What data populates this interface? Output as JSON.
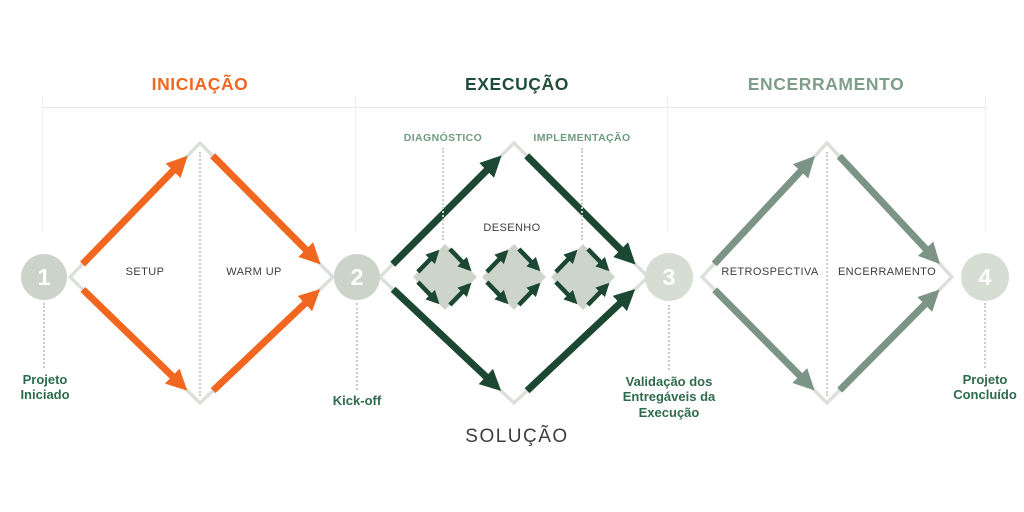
{
  "phases": [
    {
      "label": "INICIAÇÃO",
      "color": "#F2671F"
    },
    {
      "label": "EXECUÇÃO",
      "color": "#1E4E39"
    },
    {
      "label": "ENCERRAMENTO",
      "color": "#7F9D8B"
    }
  ],
  "milestones": [
    {
      "number": "1",
      "label": "Projeto Iniciado"
    },
    {
      "number": "2",
      "label": "Kick-off"
    },
    {
      "number": "3",
      "label": "Validação dos Entregáveis da Execução"
    },
    {
      "number": "4",
      "label": "Projeto Concluído"
    }
  ],
  "stages": {
    "iniciacao": {
      "left_label": "SETUP",
      "right_label": "WARM UP"
    },
    "execucao": {
      "top_left_label": "DIAGNÓSTICO",
      "top_right_label": "IMPLEMENTAÇÃO",
      "center_label": "DESENHO",
      "bottom_label": "SOLUÇÃO"
    },
    "encerramento": {
      "left_label": "RETROSPECTIVA",
      "right_label": "ENCERRAMENTO"
    }
  },
  "colors": {
    "orange": "#F2671F",
    "dark_green": "#1B4733",
    "sage": "#7C9486",
    "phase_exec_green": "#1E4E39",
    "phase_sage": "#7F9D8B",
    "milestone_text_green": "#2E6B4D",
    "flow_label_green": "#6F9B80",
    "gray_text": "#3D3D3D",
    "circle_fill": "#CCD4CA",
    "circle_fill_light": "#D6DED3",
    "mini_diamond_fill": "#CDD5CB",
    "outline_gray": "#DBE1DA"
  }
}
